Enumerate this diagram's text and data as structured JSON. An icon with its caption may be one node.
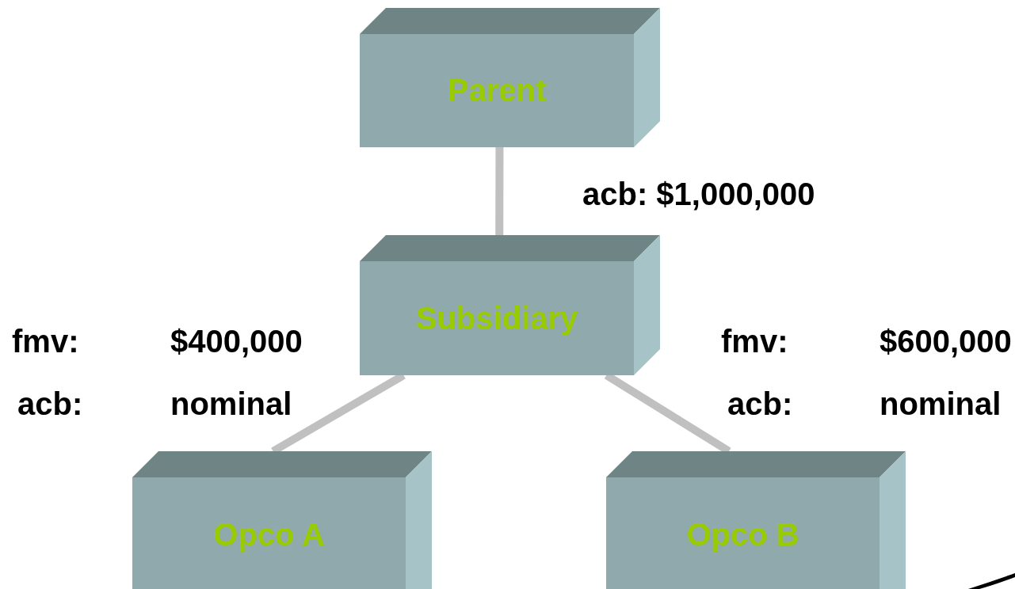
{
  "diagram": {
    "nodes": [
      {
        "text": [
          "Parent"
        ]
      },
      {
        "text": [
          "Subsidiary"
        ]
      },
      {
        "text": [
          "Opco A"
        ]
      },
      {
        "text": [
          "Opco B"
        ]
      }
    ],
    "edges": [
      {
        "from": 0,
        "to": 1,
        "arrow": "none",
        "label": "acb: $1,000,000"
      },
      {
        "from": 1,
        "to": 2,
        "arrow": "none"
      },
      {
        "from": 1,
        "to": 3,
        "arrow": "none"
      }
    ],
    "labels": [
      "fmv:",
      "$400,000",
      "fmv:",
      "$600,000",
      "acb:",
      "nominal",
      "acb:",
      "nominal"
    ]
  }
}
